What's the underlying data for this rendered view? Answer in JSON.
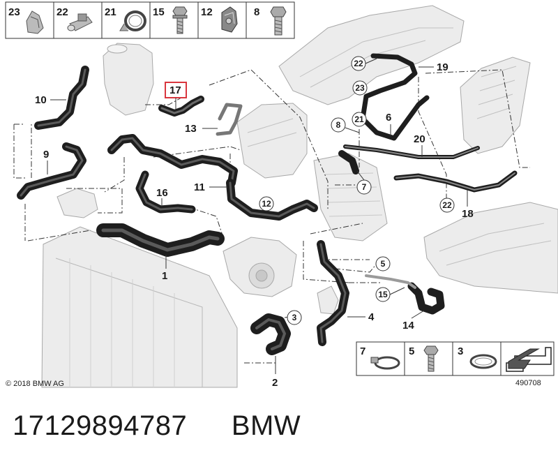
{
  "parts_strip": [
    {
      "number": "23",
      "icon": "hose-clip-icon"
    },
    {
      "number": "22",
      "icon": "hose-connector-icon"
    },
    {
      "number": "21",
      "icon": "spring-band-clamp-icon"
    },
    {
      "number": "15",
      "icon": "hex-flange-bolt-icon"
    },
    {
      "number": "12",
      "icon": "holder-clip-icon"
    },
    {
      "number": "8",
      "icon": "hex-bolt-icon"
    }
  ],
  "callouts": {
    "c1": "1",
    "c2": "2",
    "c3": "3",
    "c4": "4",
    "c5": "5",
    "c6": "6",
    "c7": "7",
    "c8": "8",
    "c9": "9",
    "c10": "10",
    "c11": "11",
    "c12": "12",
    "c13": "13",
    "c14": "14",
    "c15": "15",
    "c16": "16",
    "c17": "17",
    "c18": "18",
    "c19": "19",
    "c20": "20",
    "c21": "21",
    "c22a": "22",
    "c22b": "22",
    "c23": "23"
  },
  "highlight_color": "#d9363e",
  "legend_box": [
    {
      "number": "7",
      "icon": "hose-clamp-icon"
    },
    {
      "number": "5",
      "icon": "screw-icon"
    },
    {
      "number": "3",
      "icon": "band-clamp-icon"
    }
  ],
  "copyright": "© 2018 BMW AG",
  "diagram_id": "490708",
  "footer": {
    "part_number": "17129894787",
    "brand": "BMW"
  }
}
